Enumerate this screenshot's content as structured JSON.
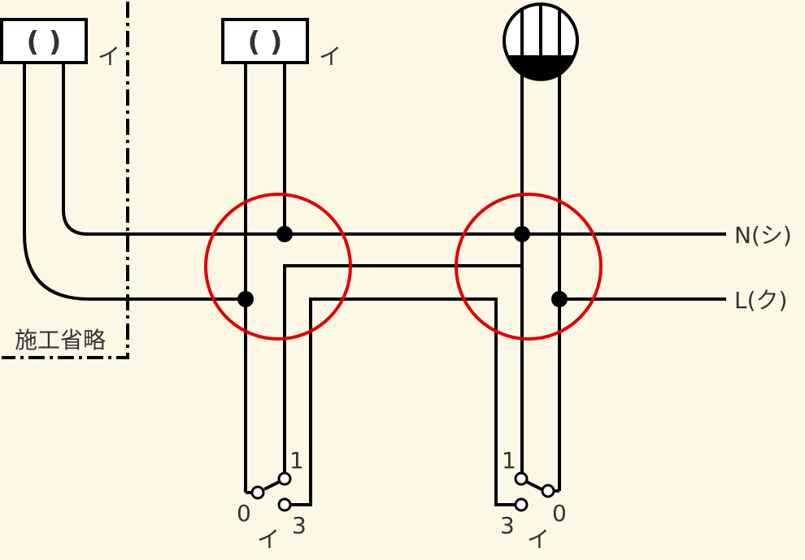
{
  "colors": {
    "background": "#fdf8e6",
    "wire": "#000000",
    "highlight": "#e00000",
    "text": "#333333"
  },
  "labels": {
    "lamp_symbol": "( )",
    "switch_code": "イ",
    "neutral": "N(シ)",
    "live": "L(ク)",
    "omitted": "施工省略",
    "terminal_1": "1",
    "terminal_0": "0",
    "terminal_3": "3"
  }
}
